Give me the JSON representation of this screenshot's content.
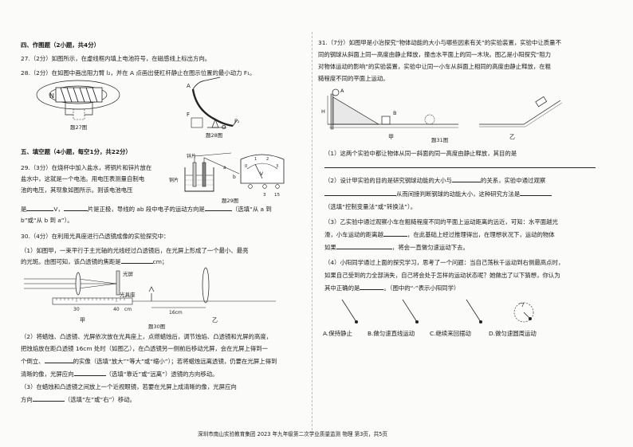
{
  "left": {
    "sec4": "四、作图题（2小题，共4分）",
    "q27": "27.（2分）如图所示，在虚线框内填上电池符号，在磁感线上标出方向。",
    "q28": "28.（2分）在如图中画出阻力臂 l₂，并在 A 点画出使杠杆静止在图示位置的最小动力 F₁。",
    "fig27": {
      "caption": "题27图",
      "n": "N"
    },
    "fig28": {
      "caption": "题28图",
      "a": "A",
      "f": "F",
      "o": "O",
      "f2": "F₂"
    },
    "sec5": "五、填空题（4小题，每空1分，共22分）",
    "q29": {
      "l1": "29.（3分）在烧杯中加入盐水，将铜片和锌片放在",
      "l2": "盐水中，这就是一个电池。用电压表测量自制电",
      "l3": "池的电压，其现象如图所示。则该电池电压",
      "l4a": "是",
      "l4b": "V，",
      "l4c": "片是正极，导线的 ab 段中电子的运动方向是",
      "l4d": "（选填“从 a 到",
      "l5": "b”或“从 b 到 a”）。"
    },
    "fig29": {
      "caption": "题29图",
      "zn": "锌片",
      "cu": "铜片",
      "v": "V",
      "t3": "3",
      "t15": "15",
      "a": "a",
      "b": "b",
      "s0": "0",
      "s1": "1",
      "s2": "2",
      "s3": "3"
    },
    "q30": {
      "l1": "30.（4分）在利用光具座进行凸透镜成像的实验探究中：",
      "l2": "（1）如图甲，一束平行于主光轴的光线经过凸透镜后，在光屏上形成了一个最小、最亮",
      "l3a": "的光斑。由图可知，该凸透镜的焦距是",
      "l3b": "cm；",
      "l4": "（2）将蜡烛、凸透镜、光屏依次放在光具座上，点燃蜡烛后，调节烛焰、凸透镜和光屏的高度，",
      "l5": "把烛焰放在距凸透镜 16cm 处时（如图乙），在凸透镜另一侧前后移动光屏，会在光屏上得到一",
      "l6a": "个倒立、",
      "l6b": "的实像（选填“放大”“等大”或“缩小”）；若将蜡烛远离透镜，仍要在光屏上得到",
      "l6c": "清晰的像，光屏应向",
      "l6d": "（选填“靠近”或“远离”）透镜的方向移动。",
      "l7": "（3）在蜡烛和凸透镜之间放上一个近视眼镜，若要在光屏上成清晰的像，光屏应向",
      "l8": "方向",
      "l9": "（选填“左”或“右”）移动。"
    },
    "fig30": {
      "caption": "题30图",
      "jia": "甲",
      "yi": "乙",
      "screen": "光屏",
      "bench": "光具座",
      "t30": "30",
      "t40": "40",
      "cm": "cm",
      "d16": "16cm"
    }
  },
  "right": {
    "q31": {
      "l1": "31.（7分）如图甲是小治探究“物体动能的大小与哪些因素有关”的实验装置，实验中让质量不",
      "l2": "同的钢球从斜面上同一高度由静止释放，撞击水平面上的同一木块。图乙是小阳探究“阻力",
      "l3": "对物体运动的影响”的实验装置，实验中让同一小车从斜面上相同的高度由静止释放，在粗",
      "l4": "糙程度不同的平面上运动。",
      "p1": "（1）这两个实验中都让物体从同一斜面的同一高度由静止释放，其目的是",
      "p2a": "（2）设计甲实验的目的是研究钢球动能的大小与",
      "p2b": "的关系，实验中通过观察",
      "p2c": "从而间接判断钢球的动能大小，这种研究方法是",
      "p2d": "（选填“控制变量法”或“转换法”）。",
      "p3a": "（3）乙实验中通过观察小车在粗糙程度不同的平面上运动距离的远近，可知：水平面越光",
      "p3b": "滑，小车运动的距离越",
      "p3c": "，在此基础上经过推理得出，在理想状况下，运动的物体",
      "p3d": "如果",
      "p3e": "，将会一直做匀速运动下去。",
      "p4a": "（4）小阳同学通过上面的探究学习，思考了一个问题：当自己荡秋千运动到右侧最高点时，",
      "p4b": "如果自己受到的力全部消失，自己将会处于怎样的运动状态呢？她做出了以下猜想，你认为",
      "p4c": "其中正确的是",
      "p4d": "。（图中的“·”表示小阳同学）",
      "optA": "A.保持静止",
      "optB": "B.做匀速直线运动",
      "optC": "C.继续来回摆动",
      "optD": "D.做匀速圆周运动"
    },
    "fig31": {
      "caption": "题31图",
      "jia": "甲",
      "yi": "乙",
      "a": "A",
      "b": "B",
      "h": "H",
      "hsmall": "h"
    }
  },
  "footer": "深圳市南山实验教育集团 2023 年九年级第二次学业质量监测   物理   第3页，共5页"
}
